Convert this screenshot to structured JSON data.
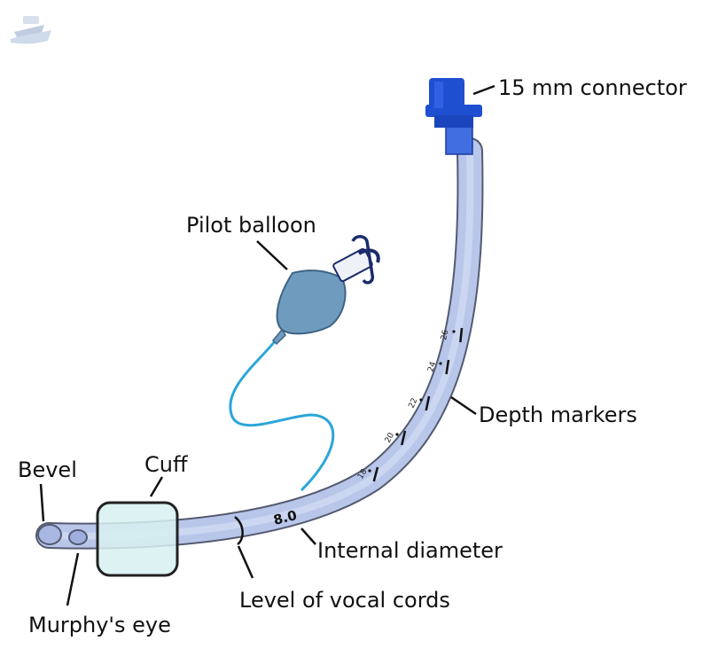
{
  "labels": {
    "connector": "15 mm connector",
    "pilot_balloon": "Pilot balloon",
    "depth_markers": "Depth markers",
    "internal_diameter": "Internal diameter",
    "vocal_cords": "Level of vocal cords",
    "bevel": "Bevel",
    "cuff": "Cuff",
    "murphys_eye": "Murphy's eye"
  },
  "tube": {
    "internal_diameter_value": "8.0",
    "depth_marks": [
      "18",
      "20",
      "22",
      "24",
      "26"
    ]
  },
  "colors": {
    "tube_fill": "#b8c6ea",
    "tube_edge": "#555a70",
    "connector": "#1f4fd1",
    "balloon": "#6f9bbf",
    "line": "#2ba6d8",
    "cuff": "#d7f0f0"
  },
  "icons": {
    "logo": "ship-logo-icon"
  }
}
